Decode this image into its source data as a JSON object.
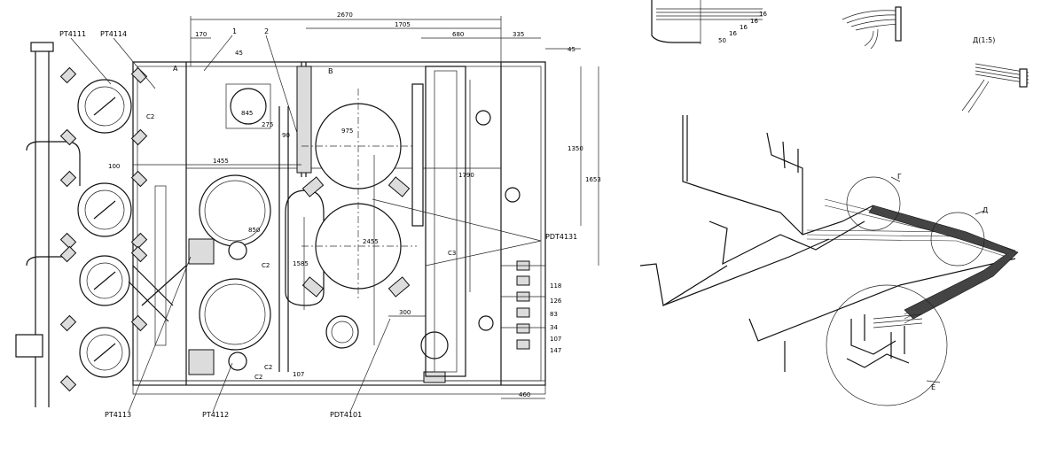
{
  "labels": {
    "pt4111": "PT4111",
    "pt4114": "PT4114",
    "pt4113": "PT4113",
    "pt4112": "PT4112",
    "pdt4131": "PDT4131",
    "pdt4101": "PDT4101",
    "callout_1": "1",
    "callout_2": "2",
    "view_a": "A",
    "view_b": "B",
    "view_g": "Г",
    "view_d": "Д",
    "view_e": "Е",
    "detail_d": "Д(1:5)",
    "c2_a": "C2",
    "c2_b": "C2",
    "c2_c": "C2",
    "c2_d": "C2",
    "c3": "C3"
  },
  "dimensions": {
    "d2670": "2670",
    "d1705": "1705",
    "d680": "680",
    "d335": "335",
    "d170": "170",
    "d45a": "45",
    "d45b": "45",
    "d845": "845",
    "d275": "275",
    "d90": "90",
    "d975": "975",
    "d1350": "1350",
    "d1653": "1653",
    "d1790": "1790",
    "d1455": "1455",
    "d2455": "2455",
    "d1585": "1585",
    "d850": "850",
    "d300": "300",
    "d100": "100",
    "d107": "107",
    "d118": "118",
    "d126": "126",
    "d83": "83",
    "d34": "34",
    "d107b": "107",
    "d147": "147",
    "d460": "460",
    "d50": "50",
    "d16a": "16",
    "d16b": "16",
    "d16c": "16",
    "d16d": "16"
  }
}
